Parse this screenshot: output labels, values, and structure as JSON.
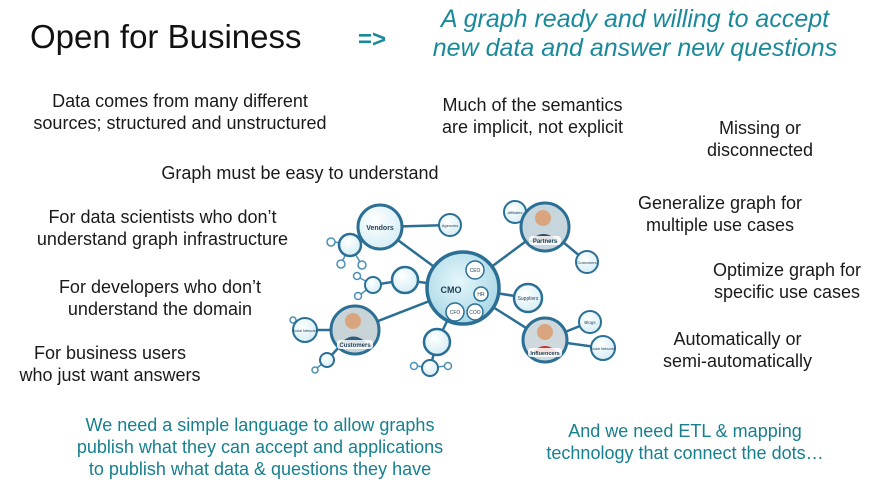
{
  "title": "Open for Business",
  "arrow": "=>",
  "headline": [
    "A graph ready and willing to accept",
    "new data and answer new questions"
  ],
  "left_points": [
    [
      "Data comes from many different",
      "sources; structured and unstructured"
    ],
    [
      "Graph must be easy to understand"
    ],
    [
      "For data scientists who don’t",
      "understand graph infrastructure"
    ],
    [
      "For developers who don’t",
      "understand the domain"
    ],
    [
      "For business users",
      "who just want answers"
    ]
  ],
  "right_points": [
    [
      "Much of the semantics",
      "are implicit, not explicit"
    ],
    [
      "Missing or",
      "disconnected"
    ],
    [
      "Generalize graph for",
      "multiple use cases"
    ],
    [
      "Optimize graph for",
      "specific use cases"
    ],
    [
      "Automatically or",
      "semi-automatically"
    ]
  ],
  "bottom_left": [
    "We need a simple language to allow graphs",
    "publish what they can accept and applications",
    "to publish what data & questions they have"
  ],
  "bottom_right": [
    "And we need ETL & mapping",
    "technology that connect the dots…"
  ],
  "graph": {
    "center": "CMO",
    "center_sub": [
      "CEO",
      "HR",
      "CFO",
      "COO"
    ],
    "nodes": [
      "Vendors",
      "Agencies",
      "Affiliates",
      "Partners",
      "Customers",
      "Suppliers",
      "Blogs",
      "Influencers",
      "Social Networks",
      "Customers",
      "Social Networks"
    ]
  }
}
